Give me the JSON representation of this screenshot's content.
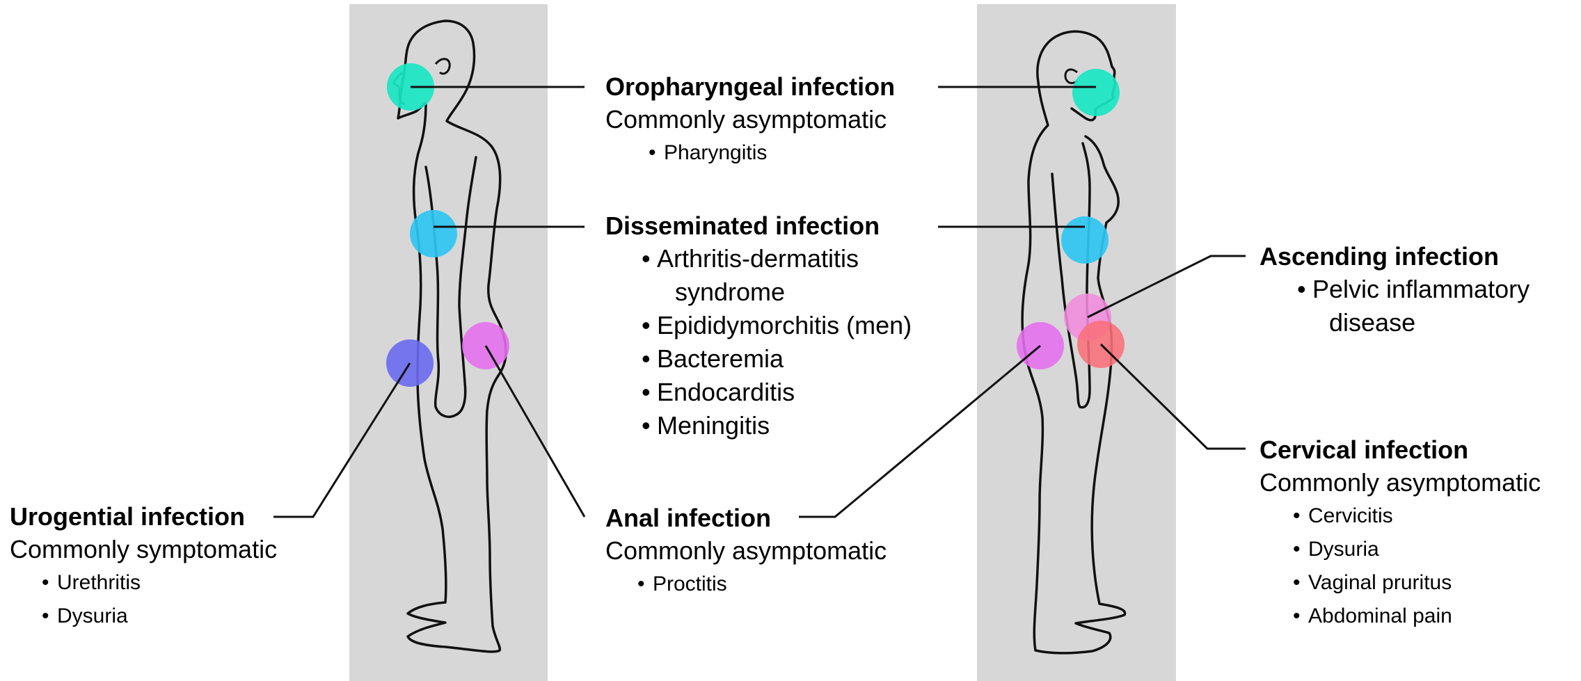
{
  "colors": {
    "panel": "#d7d7d7",
    "oropharyngeal": "#19e6c3",
    "disseminated": "#2fc6f2",
    "urogenital": "#6a6af0",
    "anal": "#e56ef0",
    "ascending": "#f28cde",
    "cervical": "#fa6f7a",
    "outline": "#111111"
  },
  "labels": {
    "oropharyngeal": {
      "title": "Oropharyngeal infection",
      "note": "Commonly asymptomatic",
      "items": [
        "Pharyngitis"
      ]
    },
    "disseminated": {
      "title": "Disseminated infection",
      "items": [
        "Arthritis-dermatitis",
        "syndrome",
        "Epididymorchitis (men)",
        "Bacteremia",
        "Endocarditis",
        "Meningitis"
      ]
    },
    "urogenital": {
      "title": "Urogential infection",
      "note": "Commonly symptomatic",
      "items": [
        "Urethritis",
        "Dysuria"
      ]
    },
    "anal": {
      "title": "Anal infection",
      "note": "Commonly asymptomatic",
      "items": [
        "Proctitis"
      ]
    },
    "ascending": {
      "title": "Ascending infection",
      "items": [
        "Pelvic inflammatory",
        "disease"
      ]
    },
    "cervical": {
      "title": "Cervical infection",
      "note": "Commonly asymptomatic",
      "items": [
        "Cervicitis",
        "Dysuria",
        "Vaginal pruritus",
        "Abdominal pain"
      ]
    }
  }
}
